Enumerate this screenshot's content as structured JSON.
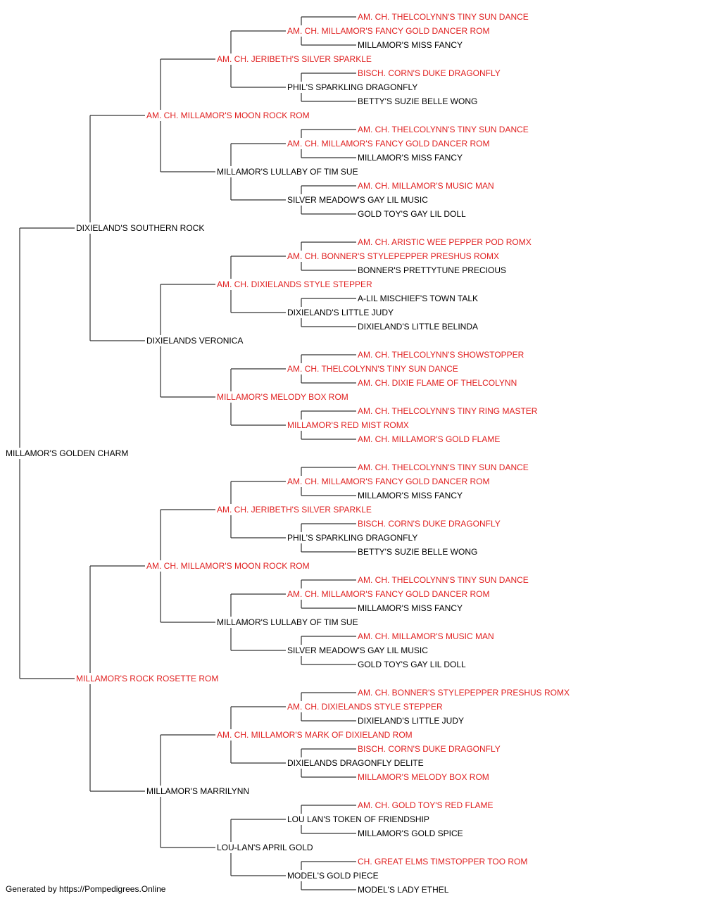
{
  "colors": {
    "champion": "#e02020",
    "normal": "#000000",
    "line": "#333333"
  },
  "pedigree": [
    {
      "name": "MILLAMOR'S GOLDEN CHARM",
      "red": false
    },
    {
      "name": "DIXIELAND'S SOUTHERN ROCK",
      "red": false
    },
    {
      "name": "MILLAMOR'S ROCK ROSETTE ROM",
      "red": true
    },
    {
      "name": "AM. CH. MILLAMOR'S MOON ROCK ROM",
      "red": true
    },
    {
      "name": "DIXIELANDS VERONICA",
      "red": false
    },
    {
      "name": "AM. CH. MILLAMOR'S MOON ROCK ROM",
      "red": true
    },
    {
      "name": "MILLAMOR'S MARRILYNN",
      "red": false
    },
    {
      "name": "AM. CH. JERIBETH'S SILVER SPARKLE",
      "red": true
    },
    {
      "name": "MILLAMOR'S LULLABY OF TIM SUE",
      "red": false
    },
    {
      "name": "AM. CH. DIXIELANDS STYLE STEPPER",
      "red": true
    },
    {
      "name": "MILLAMOR'S MELODY BOX ROM",
      "red": true
    },
    {
      "name": "AM. CH. JERIBETH'S SILVER SPARKLE",
      "red": true
    },
    {
      "name": "MILLAMOR'S LULLABY OF TIM SUE",
      "red": false
    },
    {
      "name": "AM. CH. MILLAMOR'S MARK OF DIXIELAND ROM",
      "red": true
    },
    {
      "name": "LOU-LAN'S APRIL GOLD",
      "red": false
    },
    {
      "name": "AM. CH. MILLAMOR'S FANCY GOLD DANCER ROM",
      "red": true
    },
    {
      "name": "PHIL'S SPARKLING DRAGONFLY",
      "red": false
    },
    {
      "name": "AM. CH. MILLAMOR'S FANCY GOLD DANCER ROM",
      "red": true
    },
    {
      "name": "SILVER MEADOW'S GAY LIL MUSIC",
      "red": false
    },
    {
      "name": "AM. CH. BONNER'S STYLEPEPPER PRESHUS ROMX",
      "red": true
    },
    {
      "name": "DIXIELAND'S LITTLE JUDY",
      "red": false
    },
    {
      "name": "AM. CH. THELCOLYNN'S TINY SUN DANCE",
      "red": true
    },
    {
      "name": "MILLAMOR'S RED MIST ROMX",
      "red": true
    },
    {
      "name": "AM. CH. MILLAMOR'S FANCY GOLD DANCER ROM",
      "red": true
    },
    {
      "name": "PHIL'S SPARKLING DRAGONFLY",
      "red": false
    },
    {
      "name": "AM. CH. MILLAMOR'S FANCY GOLD DANCER ROM",
      "red": true
    },
    {
      "name": "SILVER MEADOW'S GAY LIL MUSIC",
      "red": false
    },
    {
      "name": "AM. CH. DIXIELANDS STYLE STEPPER",
      "red": true
    },
    {
      "name": "DIXIELANDS DRAGONFLY DELITE",
      "red": false
    },
    {
      "name": "LOU LAN'S TOKEN OF FRIENDSHIP",
      "red": false
    },
    {
      "name": "MODEL'S GOLD PIECE",
      "red": false
    },
    {
      "name": "AM. CH. THELCOLYNN'S TINY SUN DANCE",
      "red": true
    },
    {
      "name": "MILLAMOR'S MISS FANCY",
      "red": false
    },
    {
      "name": "BISCH. CORN'S DUKE DRAGONFLY",
      "red": true
    },
    {
      "name": "BETTY'S SUZIE BELLE WONG",
      "red": false
    },
    {
      "name": "AM. CH. THELCOLYNN'S TINY SUN DANCE",
      "red": true
    },
    {
      "name": "MILLAMOR'S MISS FANCY",
      "red": false
    },
    {
      "name": "AM. CH. MILLAMOR'S MUSIC MAN",
      "red": true
    },
    {
      "name": "GOLD TOY'S GAY LIL DOLL",
      "red": false
    },
    {
      "name": "AM. CH. ARISTIC WEE PEPPER POD ROMX",
      "red": true
    },
    {
      "name": "BONNER'S PRETTYTUNE PRECIOUS",
      "red": false
    },
    {
      "name": "A-LIL MISCHIEF'S TOWN TALK",
      "red": false
    },
    {
      "name": "DIXIELAND'S LITTLE BELINDA",
      "red": false
    },
    {
      "name": "AM. CH. THELCOLYNN'S SHOWSTOPPER",
      "red": true
    },
    {
      "name": "AM. CH. DIXIE FLAME OF THELCOLYNN",
      "red": true
    },
    {
      "name": "AM. CH. THELCOLYNN'S TINY RING MASTER",
      "red": true
    },
    {
      "name": "AM. CH. MILLAMOR'S GOLD FLAME",
      "red": true
    },
    {
      "name": "AM. CH. THELCOLYNN'S TINY SUN DANCE",
      "red": true
    },
    {
      "name": "MILLAMOR'S MISS FANCY",
      "red": false
    },
    {
      "name": "BISCH. CORN'S DUKE DRAGONFLY",
      "red": true
    },
    {
      "name": "BETTY'S SUZIE BELLE WONG",
      "red": false
    },
    {
      "name": "AM. CH. THELCOLYNN'S TINY SUN DANCE",
      "red": true
    },
    {
      "name": "MILLAMOR'S MISS FANCY",
      "red": false
    },
    {
      "name": "AM. CH. MILLAMOR'S MUSIC MAN",
      "red": true
    },
    {
      "name": "GOLD TOY'S GAY LIL DOLL",
      "red": false
    },
    {
      "name": "AM. CH. BONNER'S STYLEPEPPER PRESHUS ROMX",
      "red": true
    },
    {
      "name": "DIXIELAND'S LITTLE JUDY",
      "red": false
    },
    {
      "name": "BISCH. CORN'S DUKE DRAGONFLY",
      "red": true
    },
    {
      "name": "MILLAMOR'S MELODY BOX ROM",
      "red": true
    },
    {
      "name": "AM. CH. GOLD TOY'S RED FLAME",
      "red": true
    },
    {
      "name": "MILLAMOR'S GOLD SPICE",
      "red": false
    },
    {
      "name": "CH. GREAT ELMS TIMSTOPPER TOO ROM",
      "red": true
    },
    {
      "name": "MODEL'S LADY ETHEL",
      "red": false
    }
  ],
  "footer": "Generated by https://Pompedigrees.Online"
}
